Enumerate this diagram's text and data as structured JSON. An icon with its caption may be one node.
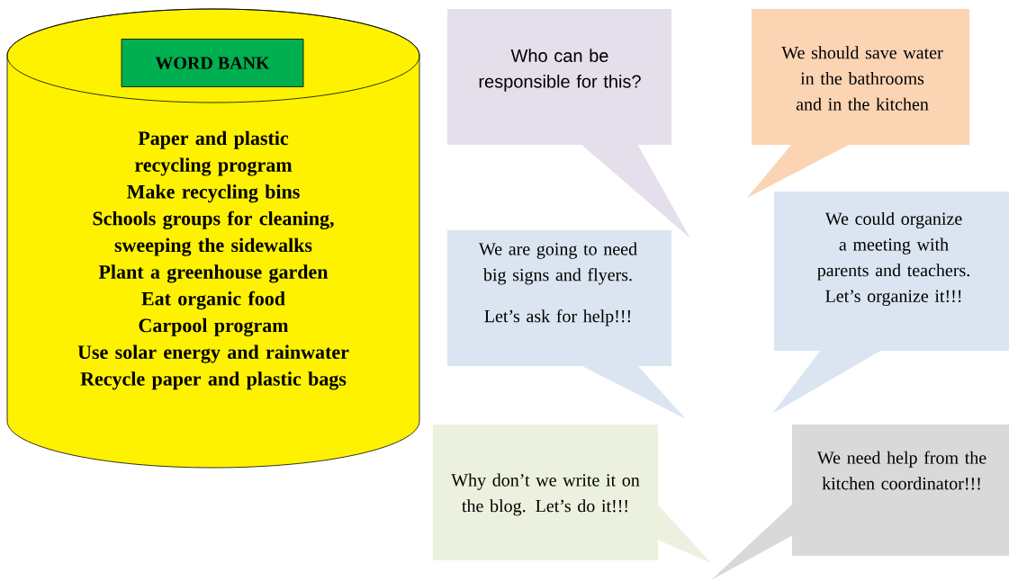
{
  "diagram": {
    "nodes": [
      {
        "text": [
          "Paper and plastic recycling program",
          "Make recycling bins",
          "Schools groups for cleaning, sweeping the sidewalks",
          "Plant a greenhouse garden",
          "Eat organic food",
          "Carpool program",
          "Use solar energy and rainwater",
          "Recycle paper and plastic bags"
        ]
      },
      {
        "text": [
          "WORD BANK"
        ],
        "in": 0
      },
      {
        "text": [
          "Who can be responsible for this?"
        ]
      },
      {
        "text": [
          "We should save water in the bathrooms and in the kitchen"
        ]
      },
      {
        "text": [
          "We are going to need big signs and flyers.",
          "Let’s ask for help!!!"
        ]
      },
      {
        "text": [
          "We could organize a meeting with parents and teachers. Let’s organize it!!!"
        ]
      },
      {
        "text": [
          "Why don’t we write it on the blog. Let’s do it!!!"
        ]
      },
      {
        "text": [
          "We need help from the kitchen coordinator!!!"
        ]
      }
    ]
  }
}
